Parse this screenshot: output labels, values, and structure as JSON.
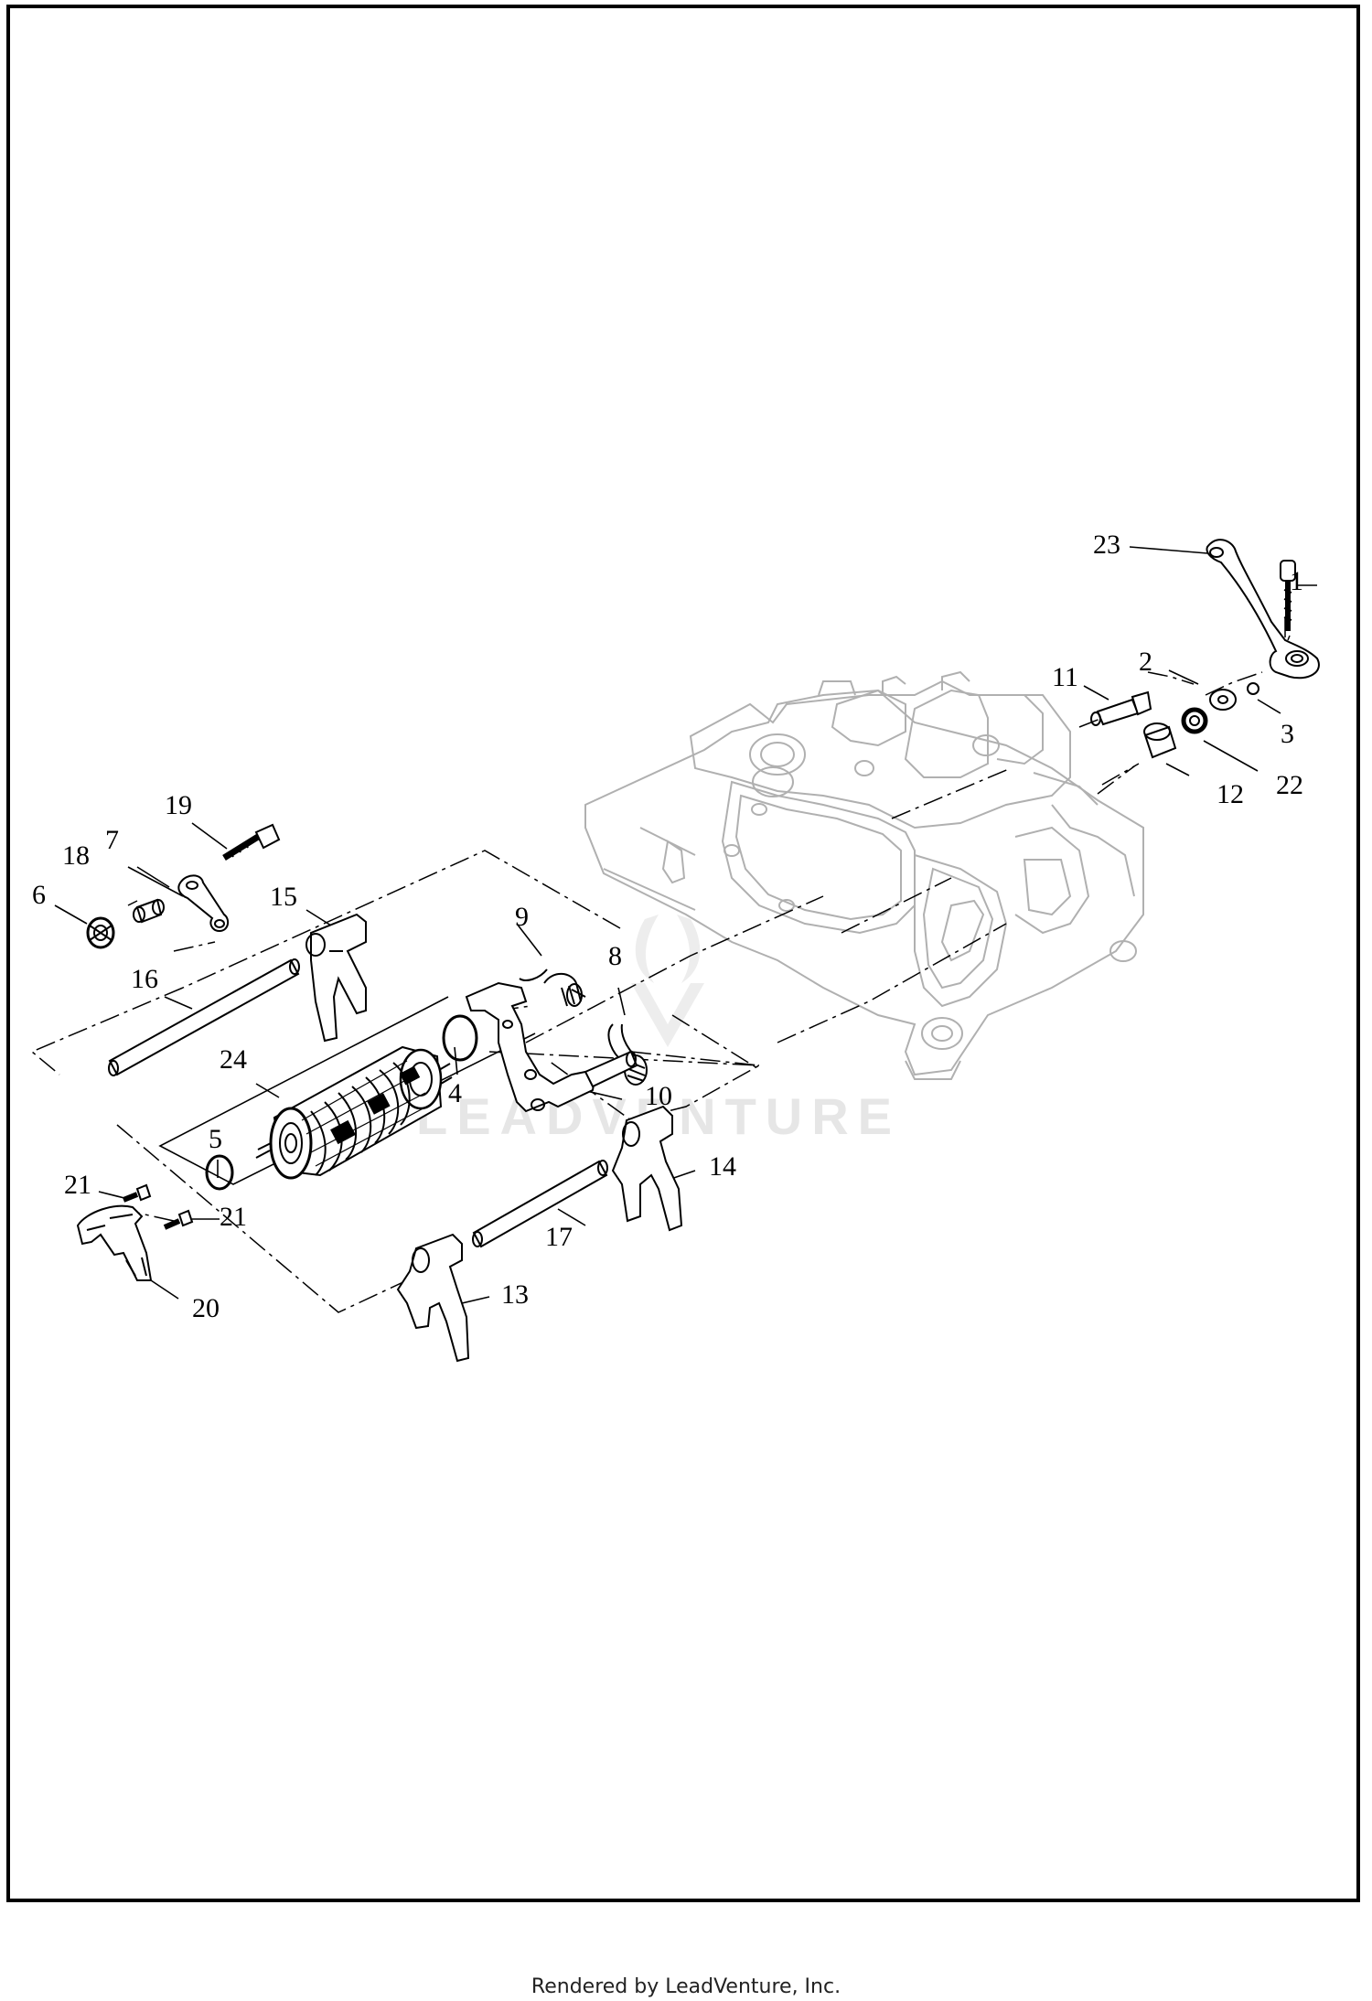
{
  "diagram": {
    "watermark": "LEADVENTURE",
    "callouts": [
      "1",
      "2",
      "3",
      "4",
      "5",
      "6",
      "7",
      "8",
      "9",
      "10",
      "11",
      "12",
      "13",
      "14",
      "15",
      "16",
      "17",
      "18",
      "19",
      "20",
      "21",
      "21",
      "22",
      "23",
      "24"
    ]
  },
  "footer": {
    "text": "Rendered by LeadVenture, Inc."
  },
  "colors": {
    "line": "#000000",
    "housing": "#b0b0b0",
    "watermark": "#e6e6e6"
  }
}
